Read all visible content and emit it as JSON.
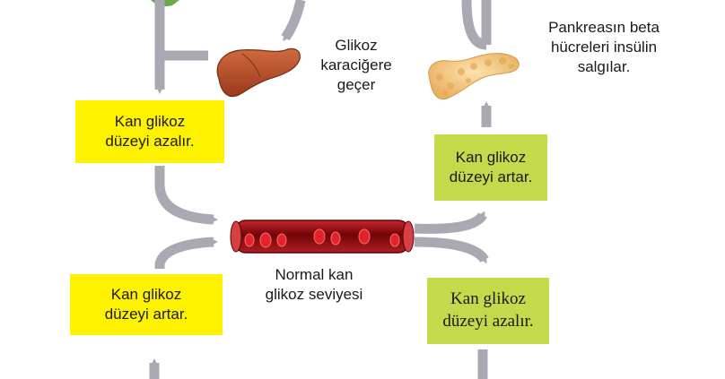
{
  "colors": {
    "yellow_box": "#fff200",
    "green_box": "#c5d94a",
    "arrow": "#a9a9b3",
    "vessel": "#8b0c10",
    "blood_cell": "#e0242a",
    "liver": "#b5502c",
    "pancreas": "#f1c27a"
  },
  "icons": {
    "liver": "liver-icon",
    "pancreas": "pancreas-icon",
    "vessel": "blood-vessel-icon"
  },
  "labels": {
    "liver_line1": "Glikoz",
    "liver_line2": "karaciğere",
    "liver_line3": "geçer",
    "pancreas_line1": "Pankreasın beta",
    "pancreas_line2": "hücreleri insülin",
    "pancreas_line3": "salgılar.",
    "vessel_line1": "Normal kan",
    "vessel_line2": "glikoz seviyesi"
  },
  "boxes": {
    "top_left_line1": "Kan glikoz",
    "top_left_line2": "düzeyi azalır.",
    "top_right_line1": "Kan glikoz",
    "top_right_line2": "düzeyi artar.",
    "bottom_left_line1": "Kan glikoz",
    "bottom_left_line2": "düzeyi artar.",
    "bottom_right_line1": "Kan glikoz",
    "bottom_right_line2": "düzeyi azalır."
  }
}
